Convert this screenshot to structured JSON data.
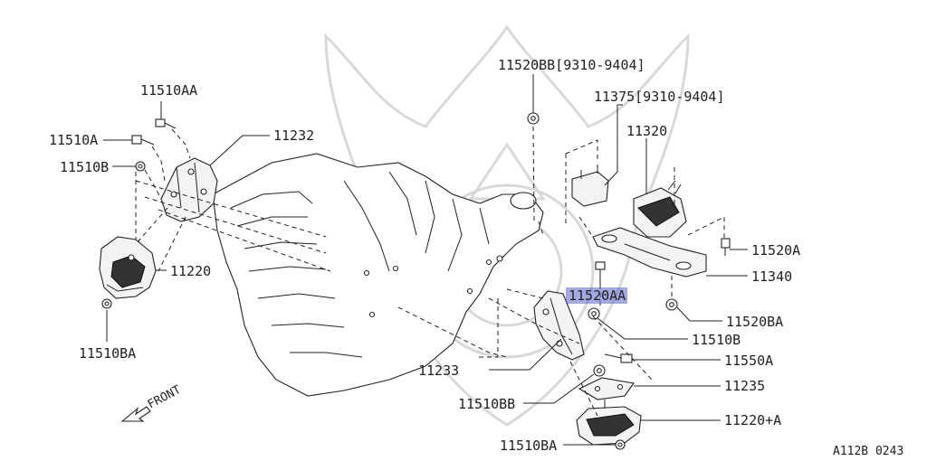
{
  "diagram": {
    "ref_code": "A112B 0243",
    "front_label": "FRONT",
    "highlight_color": "#5a63c9",
    "labels": {
      "l11510AA": "11510AA",
      "l11510A": "11510A",
      "l11510B_left": "11510B",
      "l11232": "11232",
      "l11220": "11220",
      "l11510BA_left": "11510BA",
      "l11520BB": "11520BB[9310-9404]",
      "l11375": "11375[9310-9404]",
      "l11320": "11320",
      "l11520A": "11520A",
      "l11340": "11340",
      "l11520AA": "11520AA",
      "l11520BA": "11520BA",
      "l11510B_right": "11510B",
      "l11550A": "11550A",
      "l11233": "11233",
      "l11235": "11235",
      "l11510BB": "11510BB",
      "l11220A": "11220+A",
      "l11510BA_bottom": "11510BA"
    }
  }
}
